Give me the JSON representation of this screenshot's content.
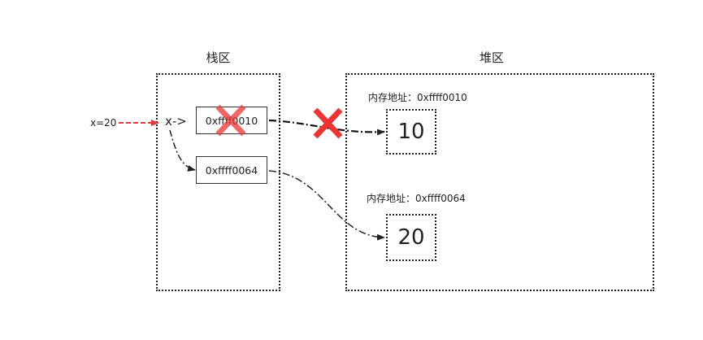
{
  "stack": {
    "title": "栈区"
  },
  "heap": {
    "title": "堆区"
  },
  "assign_label": "x=20",
  "var_label": "x->",
  "stack_cells": [
    {
      "address": "0xffff0010",
      "crossed": true
    },
    {
      "address": "0xffff0064",
      "crossed": false
    }
  ],
  "heap_objects": [
    {
      "address_label": "内存地址：0xffff0010",
      "value": "10"
    },
    {
      "address_label": "内存地址：0xffff0064",
      "value": "20"
    }
  ],
  "colors": {
    "cross": "#ee3333",
    "assign_arrow": "#e23b3b",
    "line": "#222222"
  }
}
